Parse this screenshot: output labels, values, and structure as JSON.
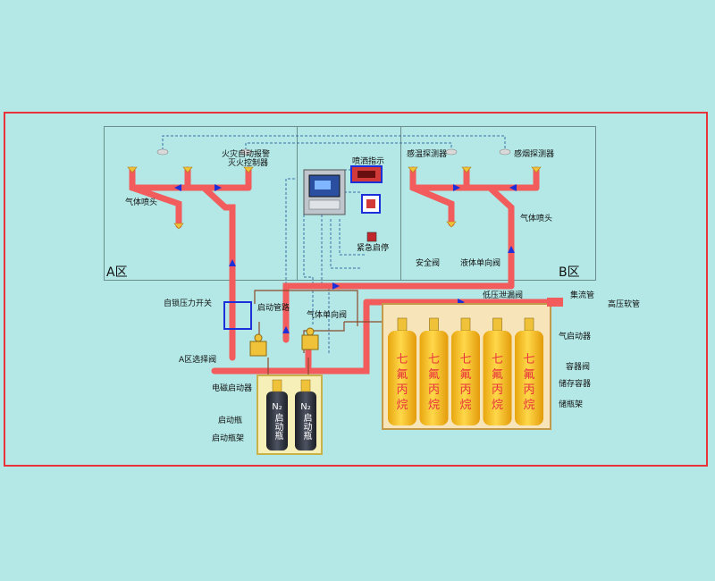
{
  "zones": {
    "a": "A区",
    "b": "B区"
  },
  "labels": {
    "fire_panel_1": "火灾自动报警",
    "fire_panel_2": "灭火控制器",
    "spray_indicator": "喷洒指示",
    "temp_detector": "感温探测器",
    "smoke_detector": "感烟探测器",
    "nozzle_a": "气体喷头",
    "nozzle_b": "气体喷头",
    "emergency_stop": "紧急启停",
    "safety_valve": "安全阀",
    "liquid_check_valve": "液体单向阀",
    "low_pressure_relief": "低压泄漏阀",
    "manifold": "集流管",
    "high_pressure_hose": "高压软管",
    "pneumatic_actuator": "气启动器",
    "container_valve": "容器阀",
    "storage_container": "储存容器",
    "storage_rack": "储瓶架",
    "self_lock_switch": "自锁压力开关",
    "start_pipe": "启动管路",
    "gas_check_valve": "气体单向阀",
    "zone_a_select_valve": "A区选择阀",
    "solenoid_actuator": "电磁启动器",
    "start_bottle": "启动瓶",
    "start_bottle_rack": "启动瓶架"
  },
  "n2_bottle": {
    "gas": "N₂",
    "text": "启动瓶"
  },
  "agent_cylinders": [
    {
      "chars": [
        "七",
        "氟",
        "丙",
        "烷"
      ]
    },
    {
      "chars": [
        "七",
        "氟",
        "丙",
        "烷"
      ]
    },
    {
      "chars": [
        "七",
        "氟",
        "丙",
        "烷"
      ]
    },
    {
      "chars": [
        "七",
        "氟",
        "丙",
        "烷"
      ]
    },
    {
      "chars": [
        "七",
        "氟",
        "丙",
        "烷"
      ]
    }
  ],
  "colors": {
    "pipe": "#f25c5c",
    "arrow": "#1d2fd9",
    "frame": "#e8313a",
    "cylinder": "#f5c41a",
    "cylinder_text": "#e8313a",
    "wire": "#3b6fa8",
    "background": "#b3e8e6"
  }
}
